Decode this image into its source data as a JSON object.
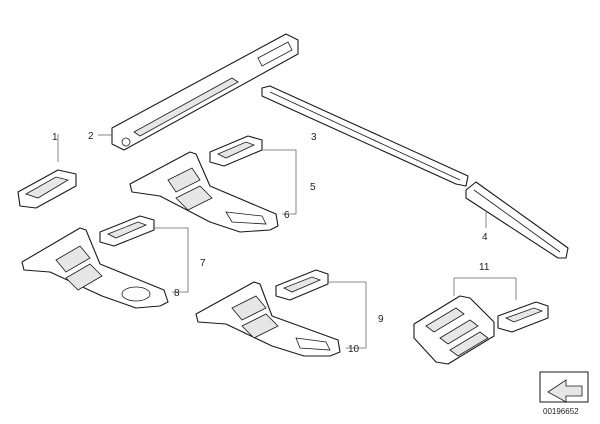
{
  "callouts": {
    "c1": "1",
    "c2": "2",
    "c3": "3",
    "c4": "4",
    "c5": "5",
    "c6": "6",
    "c7": "7",
    "c8": "8",
    "c9": "9",
    "c10": "10",
    "c11": "11"
  },
  "document_number": "00196652",
  "colors": {
    "line": "#1a1a1a",
    "leader": "#666666",
    "background": "#ffffff"
  }
}
